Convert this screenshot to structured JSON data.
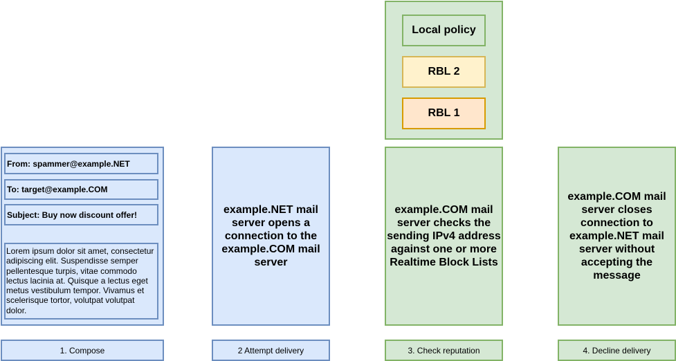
{
  "colors": {
    "blue_fill": "#dae8fc",
    "blue_stroke": "#6c8ebf",
    "green_fill": "#d5e8d4",
    "green_stroke": "#82b366",
    "yellow_fill": "#fff2cc",
    "yellow_stroke": "#d6b656",
    "orange_fill": "#ffe6cc",
    "orange_stroke": "#d79b00"
  },
  "policy_stack": {
    "items": [
      {
        "label": "Local policy"
      },
      {
        "label": "RBL 2"
      },
      {
        "label": "RBL 1"
      }
    ]
  },
  "compose": {
    "from": "From: spammer@example.NET",
    "to": "To: target@example.COM",
    "subject": "Subject: Buy now discount offer!",
    "body": [
      "Lorem ipsum dolor sit amet, consectetur",
      "adipiscing elit. Suspendisse semper",
      "pellentesque turpis, vitae commodo",
      "lectus lacinia at. Quisque a lectus eget",
      "metus vestibulum tempor. Vivamus et",
      "scelerisque tortor, volutpat volutpat",
      "dolor."
    ]
  },
  "steps": [
    {
      "caption": "1. Compose",
      "body": []
    },
    {
      "caption": "2 Attempt delivery",
      "body": [
        "example.NET mail",
        "server opens a",
        "connection to the",
        "example.COM mail",
        "server"
      ]
    },
    {
      "caption": "3. Check reputation",
      "body": [
        "example.COM mail",
        "server checks the",
        "sending IPv4 address",
        "against one or more",
        "Realtime Block Lists"
      ]
    },
    {
      "caption": "4. Decline delivery",
      "body": [
        "example.COM mail",
        "server closes",
        "connection to",
        "example.NET mail",
        "server without",
        "accepting the",
        "message"
      ]
    }
  ]
}
